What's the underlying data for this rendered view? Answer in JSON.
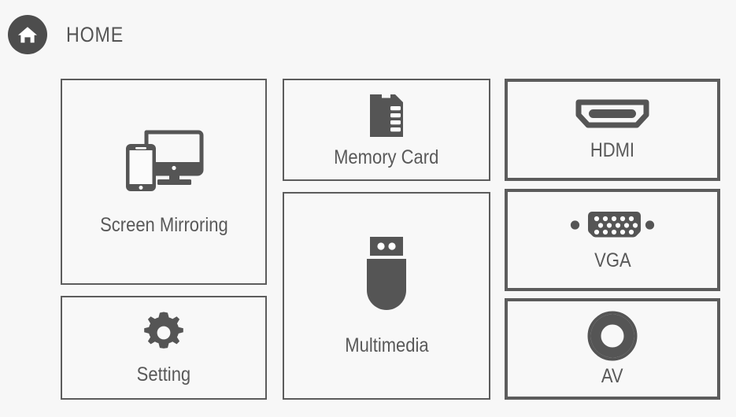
{
  "header": {
    "title": "HOME",
    "home_icon": "home-icon",
    "badge_color": "#4d4d4d",
    "title_color": "#545454"
  },
  "theme": {
    "background": "#f7f7f7",
    "tile_background": "#f8f8f8",
    "border_color": "#5c5c5c",
    "icon_color": "#555555",
    "label_color": "#595959"
  },
  "tiles": [
    {
      "id": "screen-mirroring",
      "label": "Screen Mirroring",
      "icon": "screen-mirroring-icon",
      "border": "thin"
    },
    {
      "id": "setting",
      "label": "Setting",
      "icon": "gear-icon",
      "border": "thin"
    },
    {
      "id": "memory-card",
      "label": "Memory Card",
      "icon": "sd-card-icon",
      "border": "thin"
    },
    {
      "id": "multimedia",
      "label": "Multimedia",
      "icon": "usb-drive-icon",
      "border": "thin"
    },
    {
      "id": "hdmi",
      "label": "HDMI",
      "icon": "hdmi-port-icon",
      "border": "thick"
    },
    {
      "id": "vga",
      "label": "VGA",
      "icon": "vga-port-icon",
      "border": "thick"
    },
    {
      "id": "av",
      "label": "AV",
      "icon": "rca-jack-icon",
      "border": "thick"
    }
  ]
}
